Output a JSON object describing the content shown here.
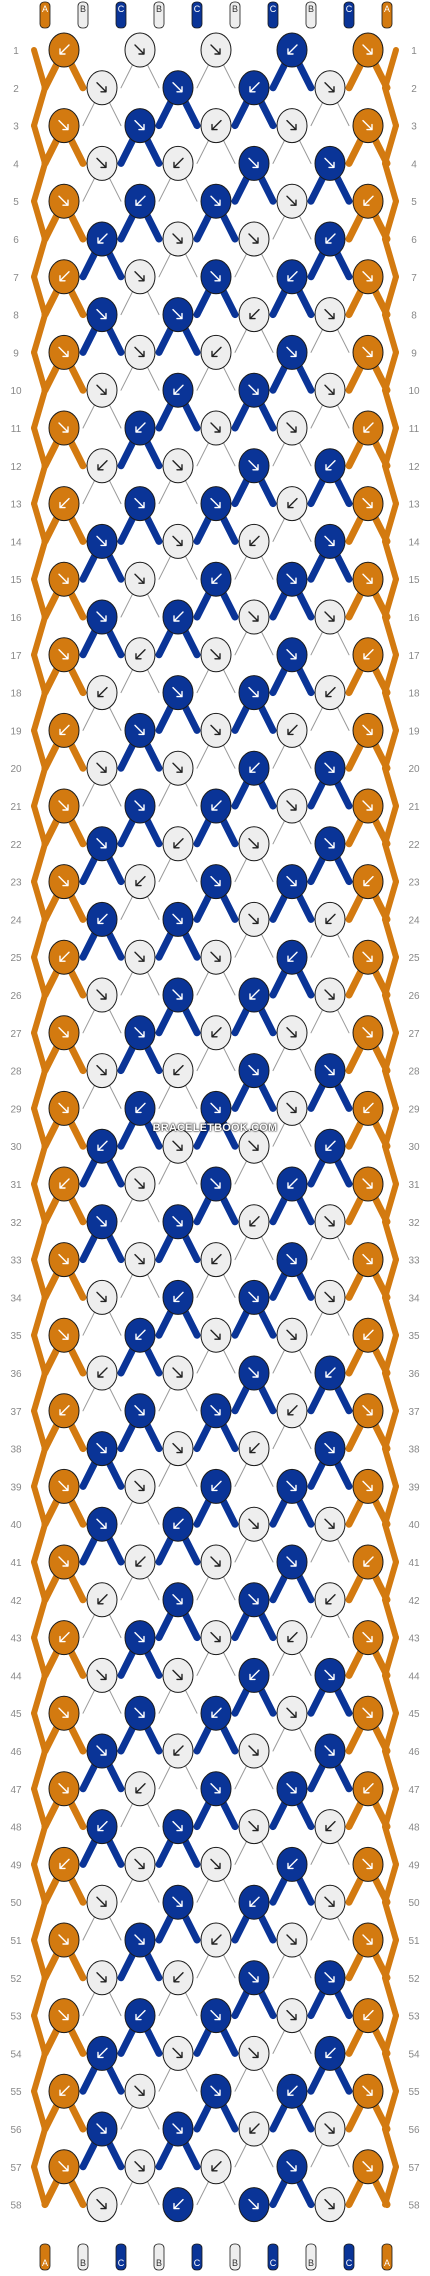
{
  "colors": {
    "A": "#d37a10",
    "B": "#eeeeee",
    "C": "#0a3497",
    "outline": "#1a1a1a",
    "connector": "#9a9a9a"
  },
  "strands_top": [
    "A",
    "B",
    "C",
    "B",
    "C",
    "B",
    "C",
    "B",
    "C",
    "A"
  ],
  "strands_bottom": [
    "A",
    "B",
    "C",
    "B",
    "C",
    "B",
    "C",
    "B",
    "C",
    "A"
  ],
  "rows": 58,
  "watermark": "BRACELETBOOK.COM",
  "icons": {
    "knot_arrow": "diagonal-arrow-icon"
  }
}
